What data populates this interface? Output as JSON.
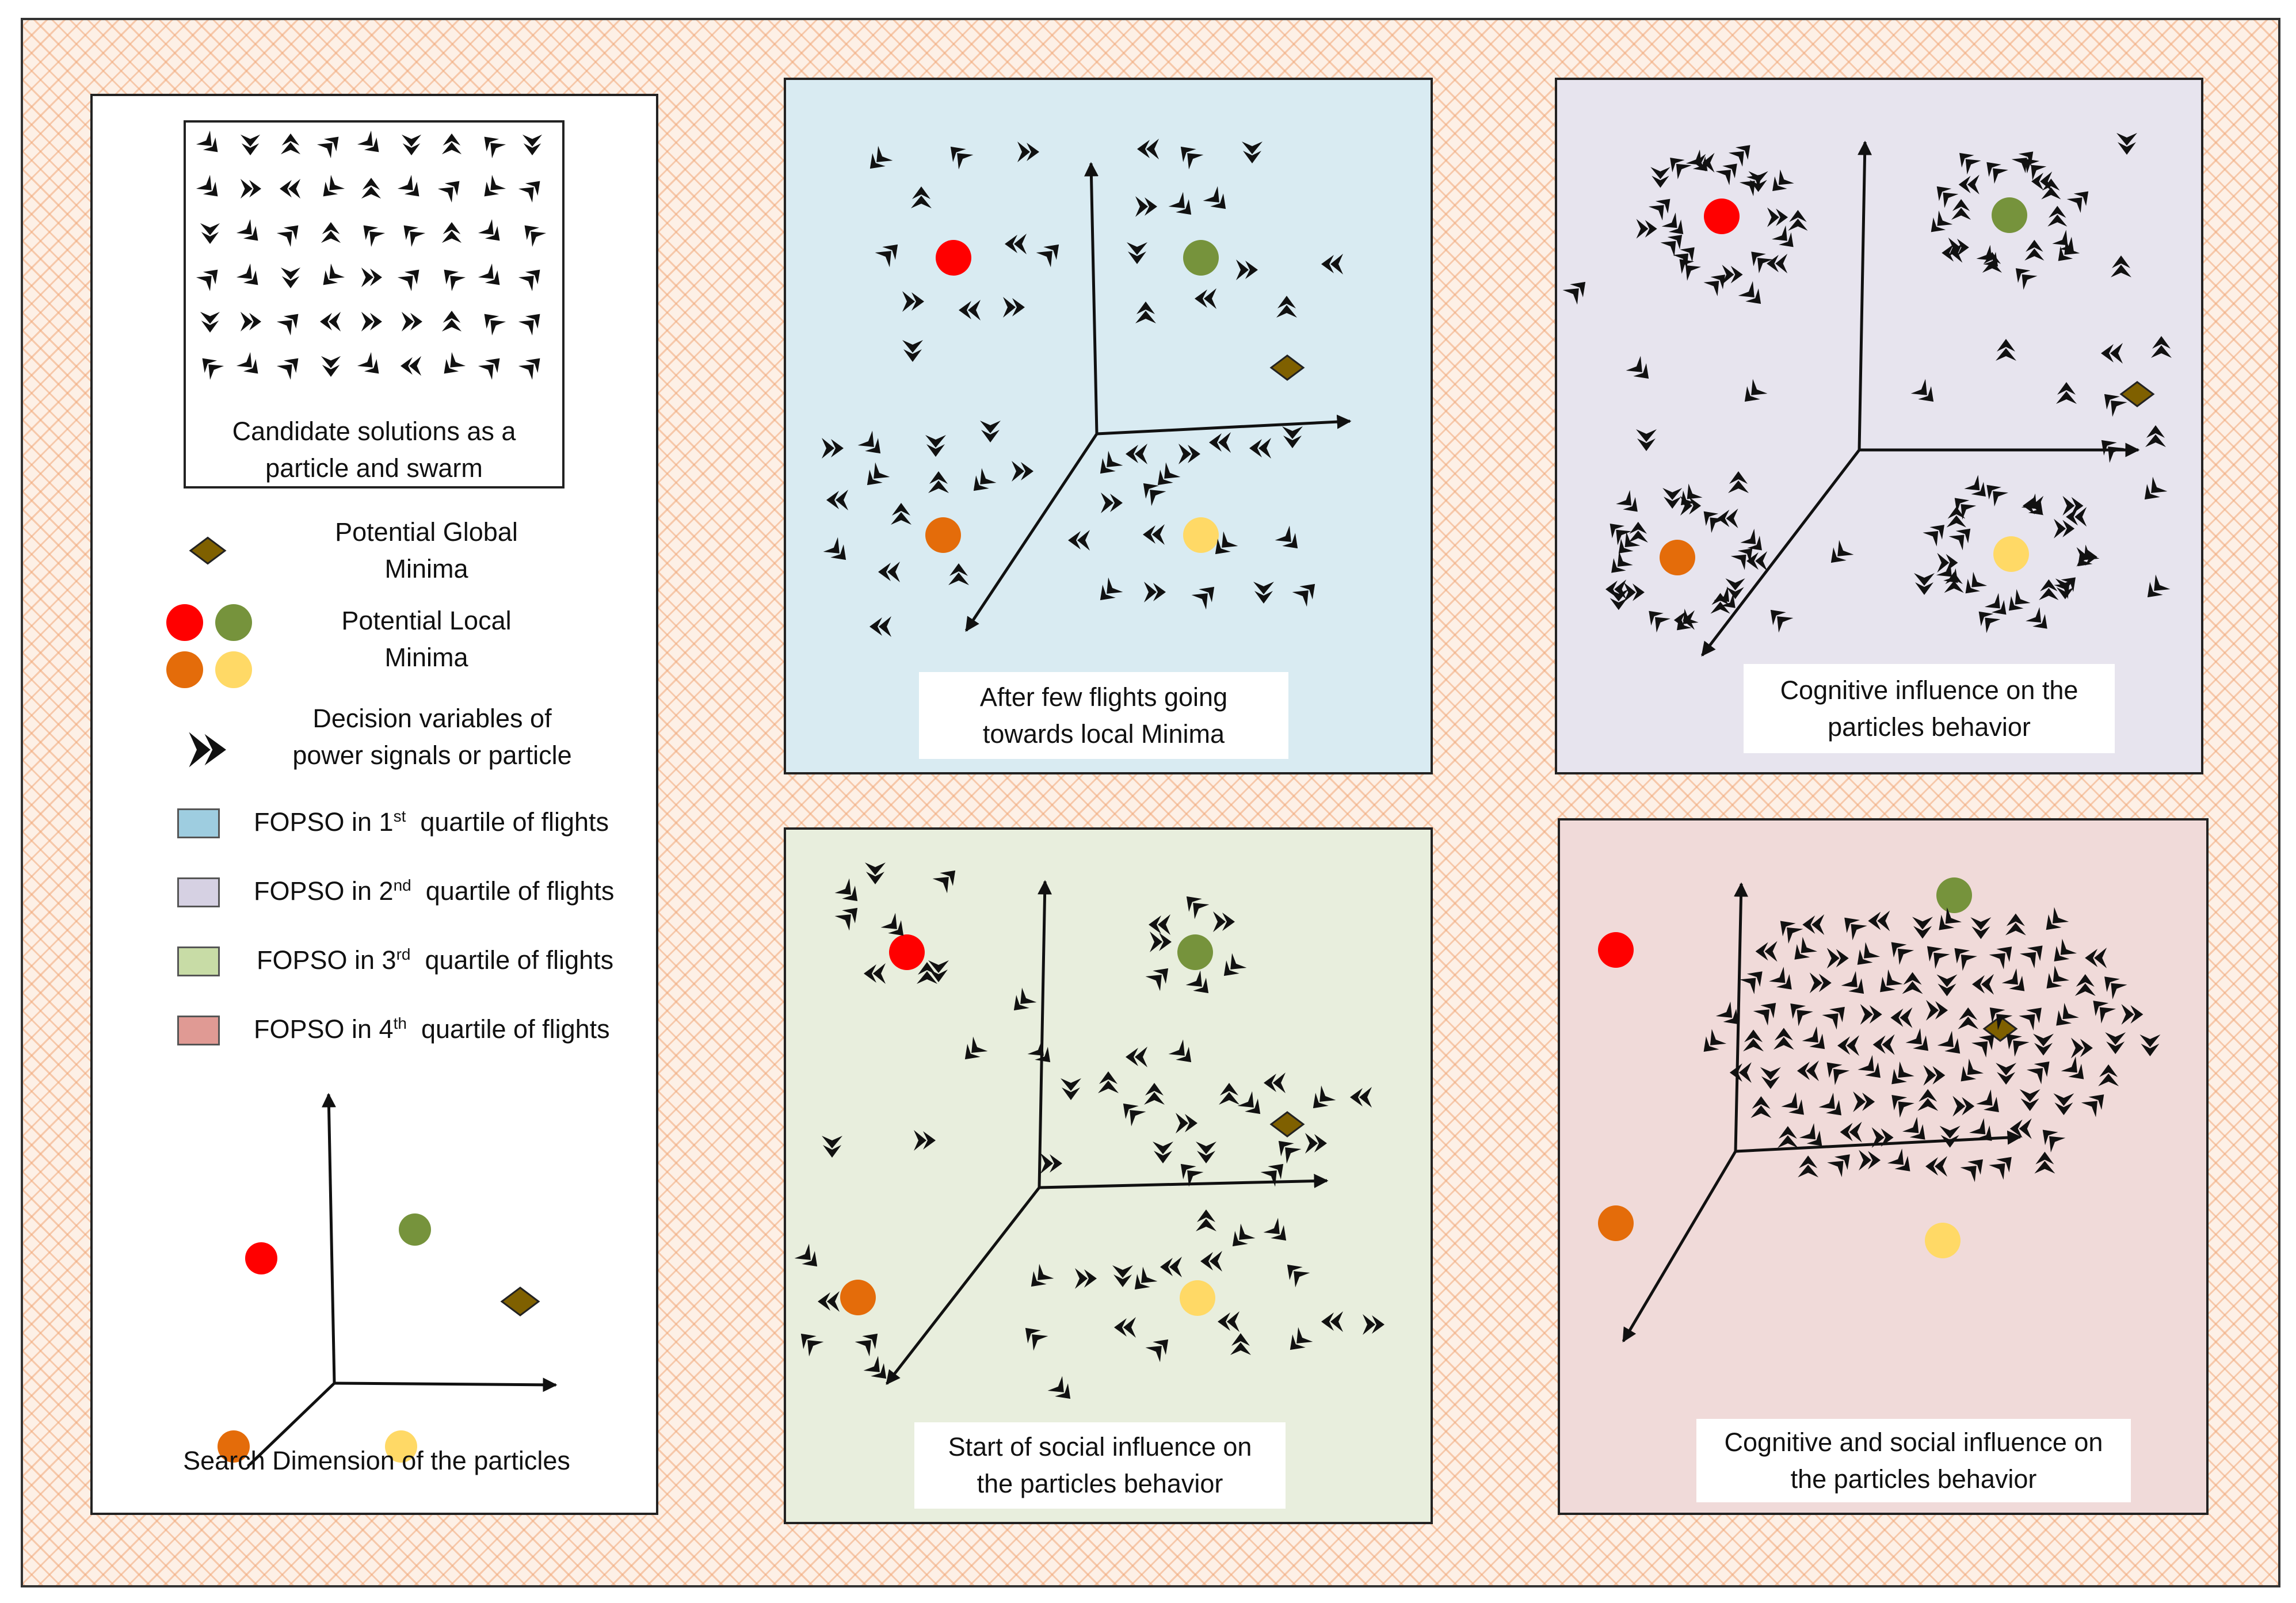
{
  "legend": {
    "candidates_caption": [
      "Candidate solutions as a",
      "particle and swarm"
    ],
    "global_minima_label": [
      "Potential Global",
      "Minima"
    ],
    "local_minima_label": [
      "Potential Local",
      "Minima"
    ],
    "decision_variables_label": [
      "Decision variables of",
      "power signals or particle"
    ],
    "quartiles": [
      {
        "prefix": "FOPSO in 1",
        "sup": "st",
        "suffix": "quartile of flights",
        "color": "#9ecde0"
      },
      {
        "prefix": "FOPSO in 2",
        "sup": "nd",
        "suffix": "quartile of flights",
        "color": "#d6d1e3"
      },
      {
        "prefix": "FOPSO in 3",
        "sup": "rd",
        "suffix": "quartile of flights",
        "color": "#c8dca6"
      },
      {
        "prefix": "FOPSO in 4",
        "sup": "th",
        "suffix": "quartile of flights",
        "color": "#e09a94"
      }
    ],
    "search_dimension_caption": "Search Dimension of the particles"
  },
  "panels": {
    "q1": {
      "caption": [
        "After few flights going",
        "towards local Minima"
      ],
      "background": "#d9ebf2"
    },
    "q2": {
      "caption": [
        "Cognitive influence on the",
        "particles behavior"
      ],
      "background": "#e7e4ee"
    },
    "q3": {
      "caption": [
        "Start of social influence on",
        "the particles behavior"
      ],
      "background": "#e8eedd"
    },
    "q4": {
      "caption": [
        "Cognitive and social influence on",
        "the particles behavior"
      ],
      "background": "#f0dad9"
    }
  },
  "colors": {
    "minima_red": "#ff0000",
    "minima_green": "#76933c",
    "minima_orange": "#e46c0a",
    "minima_yellow": "#ffd966",
    "global_minima": "#7f6000",
    "particle": "#111111"
  },
  "icons": {
    "particle": "arrow-particle-icon",
    "global_minima": "diamond-icon",
    "local_minima": "circle-icon"
  }
}
